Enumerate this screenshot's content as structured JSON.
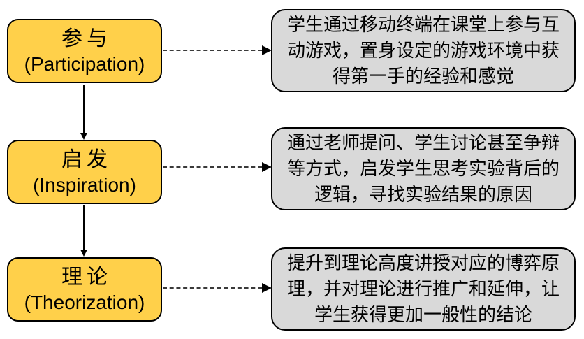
{
  "diagram": {
    "colors": {
      "stage_fill": "#FFD04A",
      "stage_border": "#000000",
      "description_fill": "#D9D9D9",
      "description_border": "#000000",
      "arrow": "#000000",
      "background": "#FFFFFF"
    },
    "stages": [
      {
        "name": "participation",
        "label_zh": "参与",
        "label_en": "(Participation)",
        "description_text": "学生通过移动终端在课堂上参与互动游戏，置身设定的游戏环境中获得第一手的经验和感觉",
        "description_lines": [
          "学生通过移动终端在课堂上参与互",
          "动游戏，置身设定的游戏环境中获",
          "得第一手的经验和感觉"
        ]
      },
      {
        "name": "inspiration",
        "label_zh": "启发",
        "label_en": "(Inspiration)",
        "description_text": "通过老师提问、学生讨论甚至争辩等方式，启发学生思考实验背后的逻辑，寻找实验结果的原因",
        "description_lines": [
          "通过老师提问、学生讨论甚至争辩",
          "等方式，启发学生思考实验背后的",
          "逻辑，寻找实验结果的原因"
        ]
      },
      {
        "name": "theorization",
        "label_zh": "理论",
        "label_en": "(Theorization)",
        "description_text": "提升到理论高度讲授对应的博弈原理，并对理论进行推广和延伸，让学生获得更加一般性的结论",
        "description_lines": [
          "提升到理论高度讲授对应的博弈原",
          "理，并对理论进行推广和延伸，让",
          "学生获得更加一般性的结论"
        ]
      }
    ]
  }
}
